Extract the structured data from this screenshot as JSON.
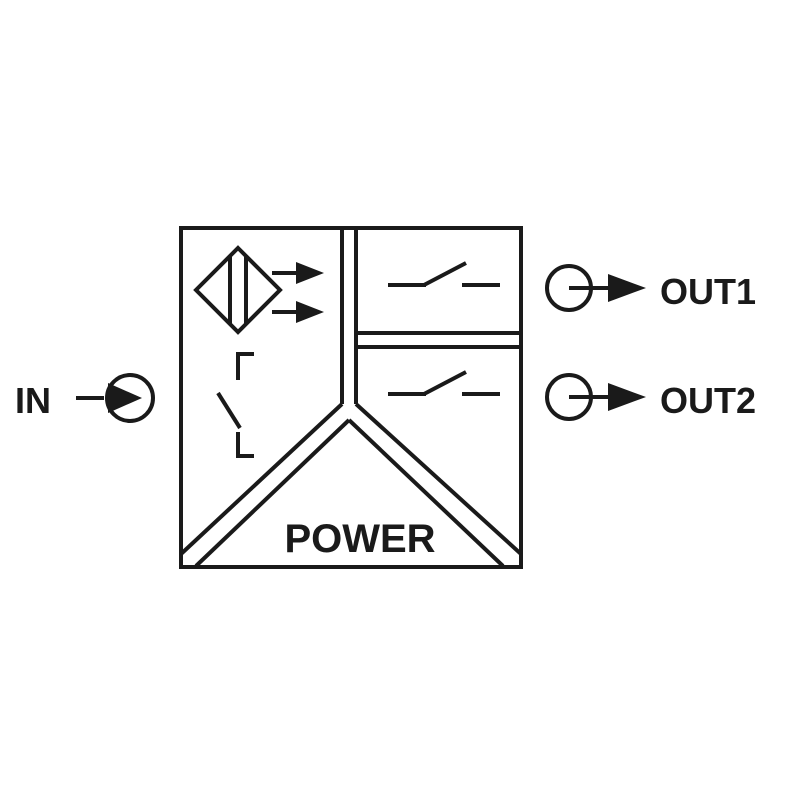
{
  "labels": {
    "input": "IN",
    "output_1": "OUT1",
    "output_2": "OUT2",
    "power": "POWER"
  },
  "icons": {
    "input": "input-arrow-circle-icon",
    "output_1": "output-arrow-circle-icon",
    "output_2": "output-arrow-circle-icon",
    "sensor": "proximity-sensor-icon",
    "contact": "switch-contact-icon",
    "relay_1": "relay-contact-icon",
    "relay_2": "relay-contact-icon"
  },
  "colors": {
    "line": "#1a1a1a",
    "background": "#ffffff"
  }
}
